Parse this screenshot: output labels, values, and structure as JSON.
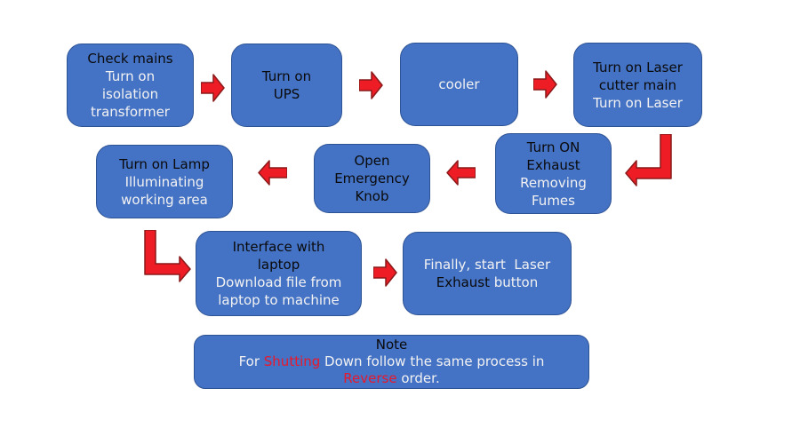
{
  "colors": {
    "background": "#FFFFFF",
    "box_fill": "#4472C4",
    "box_border": "#2E5395",
    "arrow_fill": "#EE1C25",
    "arrow_border": "#8B1A1A",
    "text_dark": "#0A0A0A",
    "text_light": "#F2F2F2",
    "text_red": "#E8192C"
  },
  "boxes": {
    "check_mains": {
      "l1": "Check mains",
      "l2": "Turn on",
      "l3": "isolation",
      "l4": "transformer"
    },
    "ups": {
      "l1": "Turn on",
      "l2": "UPS"
    },
    "cooler": {
      "l1": "cooler"
    },
    "laser_main": {
      "l1": "Turn on Laser",
      "l2": "cutter main",
      "l3": "Turn on Laser"
    },
    "exhaust": {
      "l1": "Turn ON",
      "l2": "Exhaust",
      "l3": "Removing",
      "l4": "Fumes"
    },
    "emergency": {
      "l1": "Open",
      "l2": "Emergency",
      "l3": "Knob"
    },
    "lamp": {
      "l1": "Turn on Lamp",
      "l2": "Illuminating",
      "l3": "working area"
    },
    "interface_laptop": {
      "l1": "Interface with",
      "l2": "laptop",
      "l3": "Download file from",
      "l4": "laptop to machine"
    },
    "finally_start": {
      "l1": "Finally, start  Laser",
      "l2a": "Exhaust",
      "l2b": " button"
    }
  },
  "note": {
    "l1": "Note",
    "l2a": "For ",
    "l2b": "Shutting",
    "l2c": " Down follow the same process in",
    "l3a": "Reverse",
    "l3b": " order."
  },
  "arrows": [
    {
      "name": "arrow-check-mains-to-ups",
      "shape": "right"
    },
    {
      "name": "arrow-ups-to-cooler",
      "shape": "right"
    },
    {
      "name": "arrow-cooler-to-laser-main",
      "shape": "right"
    },
    {
      "name": "arrow-laser-main-to-exhaust",
      "shape": "elbow-down-left"
    },
    {
      "name": "arrow-exhaust-to-emergency",
      "shape": "left"
    },
    {
      "name": "arrow-emergency-to-lamp",
      "shape": "left"
    },
    {
      "name": "arrow-lamp-to-interface",
      "shape": "elbow-down-right"
    },
    {
      "name": "arrow-interface-to-finally",
      "shape": "right"
    }
  ]
}
